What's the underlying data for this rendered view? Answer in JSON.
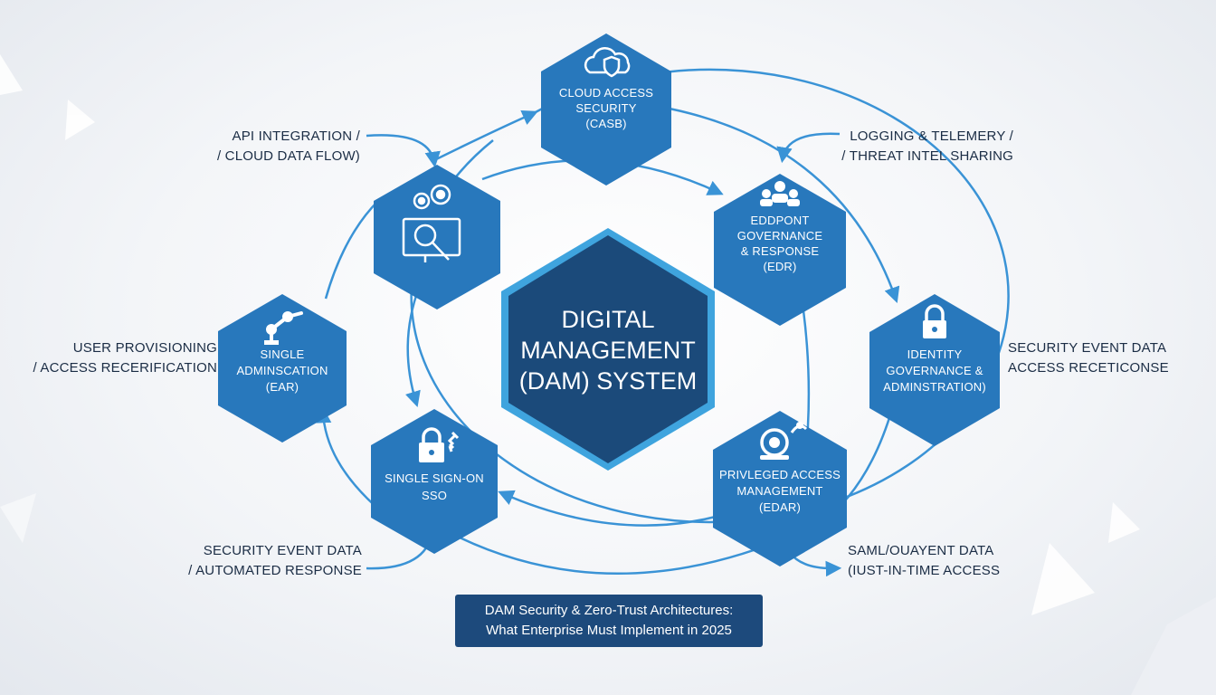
{
  "center": {
    "line1": "DIGITAL",
    "line2": "MANAGEMENT",
    "line3": "(DAM) SYSTEM"
  },
  "nodes": {
    "casb": {
      "lines": [
        "CLOUD ACCESS",
        "SECURITY",
        "(CASB)"
      ],
      "icon": "cloud-shield-icon"
    },
    "api": {
      "lines": [],
      "icon": "gears-monitor-search-icon"
    },
    "edr": {
      "lines": [
        "EDDPONT",
        "GOVERNANCE",
        "& RESPONSE",
        "(EDR)"
      ],
      "icon": "people-network-icon"
    },
    "iga": {
      "lines": [
        "IDENTITY",
        "GOVERNANCE &",
        "ADMINSTRATION)"
      ],
      "icon": "padlock-icon"
    },
    "pam": {
      "lines": [
        "PRIVLEGED ACCESS",
        "MANAGEMENT",
        "(EDAR)"
      ],
      "icon": "webcam-icon"
    },
    "sso": {
      "lines": [
        "SINGLE SIGN-ON",
        "SSO"
      ],
      "icon": "padlock-key-icon"
    },
    "single": {
      "lines": [
        "SINGLE",
        "ADMINSCATION",
        "(EAR)"
      ],
      "icon": "robot-arm-icon"
    }
  },
  "labels": {
    "api": [
      "API INTEGRATION /",
      "/ CLOUD DATA FLOW)"
    ],
    "logging": [
      "LOGGING & TELEMERY /",
      "/ THREAT INTEL SHARING"
    ],
    "user": [
      "USER PROVISIONING",
      "/ ACCESS RECERIFICATION"
    ],
    "security_right": [
      "SECURITY EVENT DATA",
      "ACCESS RECETICONSE"
    ],
    "security_left": [
      "SECURITY EVENT DATA",
      "/ AUTOMATED RESPONSE"
    ],
    "saml": [
      "SAML/OUAYENT DATA",
      "(IUST-IN-TIME ACCESS"
    ]
  },
  "caption": {
    "line1": "DAM Security & Zero-Trust Architectures:",
    "line2": "What Enterprise Must Implement in 2025"
  },
  "colors": {
    "hex_fill": "#2878bc",
    "center_fill": "#1b4a7a",
    "center_border": "#3fa4de",
    "connector": "#3a93d6",
    "text_dark": "#1b2d45",
    "caption_bg": "#1d4a7c"
  }
}
